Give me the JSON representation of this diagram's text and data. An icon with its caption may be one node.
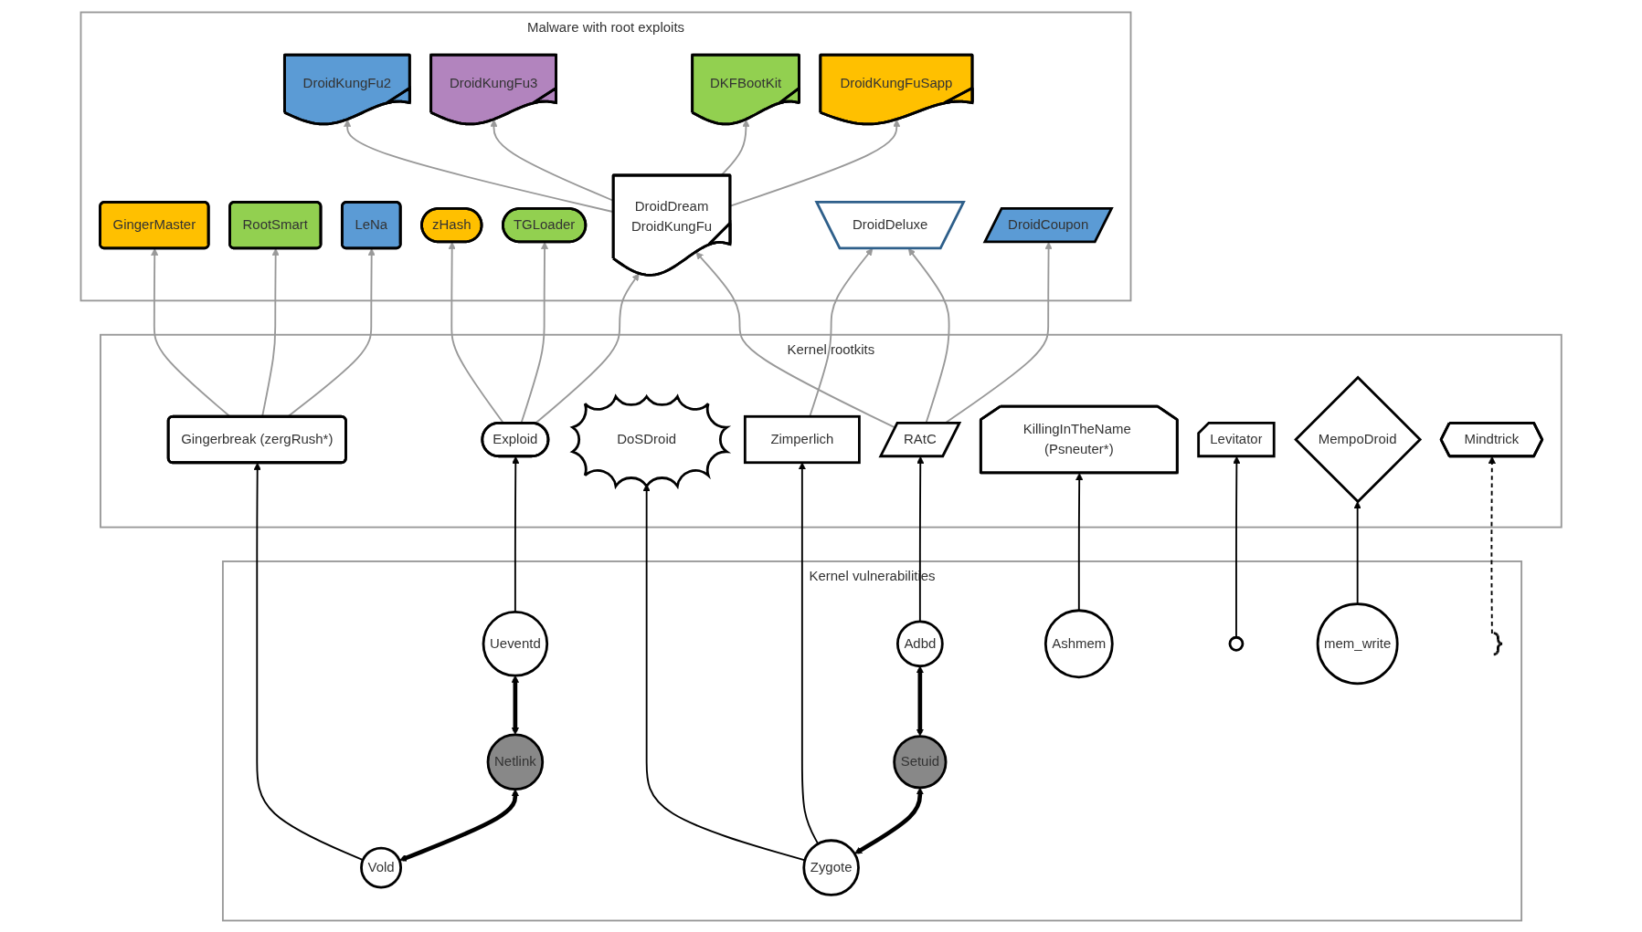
{
  "diagram": {
    "nodes": [
      {
        "text": [
          "Malware with root exploits"
        ]
      },
      {
        "text": [
          "GingerMaster"
        ],
        "in": 0
      },
      {
        "text": [
          "RootSmart"
        ],
        "in": 0
      },
      {
        "text": [
          "LeNa"
        ],
        "in": 0
      },
      {
        "text": [
          "zHash"
        ],
        "in": 0
      },
      {
        "text": [
          "TGLoader"
        ],
        "in": 0
      },
      {
        "text": [
          "DroidKungFu2"
        ],
        "in": 0
      },
      {
        "text": [
          "DroidKungFu3"
        ],
        "in": 0
      },
      {
        "text": [
          "DKFBootKit"
        ],
        "in": 0
      },
      {
        "text": [
          "DroidKungFuSapp"
        ],
        "in": 0
      },
      {
        "text": [
          "DroidDream",
          "DroidKungFu"
        ],
        "in": 0
      },
      {
        "text": [
          "DroidDeluxe"
        ],
        "in": 0
      },
      {
        "text": [
          "DroidCoupon"
        ],
        "in": 0
      },
      {
        "text": [
          "Kernel rootkits"
        ]
      },
      {
        "text": [
          "Gingerbreak (zergRush*)"
        ],
        "in": 13
      },
      {
        "text": [
          "Exploid"
        ],
        "in": 13
      },
      {
        "text": [
          "DoSDroid"
        ],
        "in": 13
      },
      {
        "text": [
          "Zimperlich"
        ],
        "in": 13
      },
      {
        "text": [
          "RAtC"
        ],
        "in": 13
      },
      {
        "text": [
          "KillingInTheName (Psneuter*)"
        ],
        "in": 13
      },
      {
        "text": [
          "Levitator"
        ],
        "in": 13
      },
      {
        "text": [
          "MempoDroid"
        ],
        "in": 13
      },
      {
        "text": [
          "Mindtrick"
        ],
        "in": 13
      },
      {
        "text": [
          "Kernel vulnerabilities"
        ]
      },
      {
        "text": [
          "Vold"
        ],
        "in": 23
      },
      {
        "text": [
          "Netlink"
        ],
        "in": 23
      },
      {
        "text": [
          "Ueventd"
        ],
        "in": 23
      },
      {
        "text": [
          "Zygote"
        ],
        "in": 23
      },
      {
        "text": [
          "Setuid"
        ],
        "in": 23
      },
      {
        "text": [
          "Adbd"
        ],
        "in": 23
      },
      {
        "text": [
          "Ashmem"
        ],
        "in": 23
      },
      {
        "text": [],
        "shape": "circle",
        "in": 23
      },
      {
        "text": [
          "mem_write"
        ],
        "in": 23
      },
      {
        "text": [],
        "shape": "bracket",
        "in": 23
      }
    ],
    "edges": [
      {
        "from": 14,
        "to": 1,
        "arrow": "to"
      },
      {
        "from": 14,
        "to": 2,
        "arrow": "to"
      },
      {
        "from": 14,
        "to": 3,
        "arrow": "to"
      },
      {
        "from": 15,
        "to": 4,
        "arrow": "to"
      },
      {
        "from": 15,
        "to": 5,
        "arrow": "to"
      },
      {
        "from": 15,
        "to": 10,
        "arrow": "to"
      },
      {
        "from": 10,
        "to": 6,
        "arrow": "to"
      },
      {
        "from": 10,
        "to": 7,
        "arrow": "to"
      },
      {
        "from": 10,
        "to": 8,
        "arrow": "to"
      },
      {
        "from": 10,
        "to": 9,
        "arrow": "to"
      },
      {
        "from": 17,
        "to": 11,
        "arrow": "to"
      },
      {
        "from": 18,
        "to": 10,
        "arrow": "to"
      },
      {
        "from": 18,
        "to": 11,
        "arrow": "to"
      },
      {
        "from": 18,
        "to": 12,
        "arrow": "to"
      },
      {
        "from": 24,
        "to": 14,
        "arrow": "to",
        "color": "#000000"
      },
      {
        "from": 26,
        "to": 15,
        "arrow": "to",
        "color": "#000000"
      },
      {
        "from": 27,
        "to": 16,
        "arrow": "to",
        "color": "#000000"
      },
      {
        "from": 27,
        "to": 17,
        "arrow": "to",
        "color": "#000000"
      },
      {
        "from": 29,
        "to": 18,
        "arrow": "to",
        "color": "#000000"
      },
      {
        "from": 30,
        "to": 19,
        "arrow": "to",
        "color": "#000000"
      },
      {
        "from": 31,
        "to": 20,
        "arrow": "to",
        "color": "#000000"
      },
      {
        "from": 32,
        "to": 21,
        "arrow": "to",
        "color": "#000000"
      },
      {
        "from": 33,
        "to": 22,
        "arrow": "to",
        "style": "dashed",
        "color": "#000000"
      },
      {
        "from": 24,
        "to": 25,
        "arrow": "both",
        "style": "thick",
        "color": "#000000"
      },
      {
        "from": 25,
        "to": 26,
        "arrow": "both",
        "style": "thick",
        "color": "#000000"
      },
      {
        "from": 27,
        "to": 28,
        "arrow": "both",
        "style": "thick",
        "color": "#000000"
      },
      {
        "from": 28,
        "to": 29,
        "arrow": "both",
        "style": "thick",
        "color": "#000000"
      }
    ]
  }
}
